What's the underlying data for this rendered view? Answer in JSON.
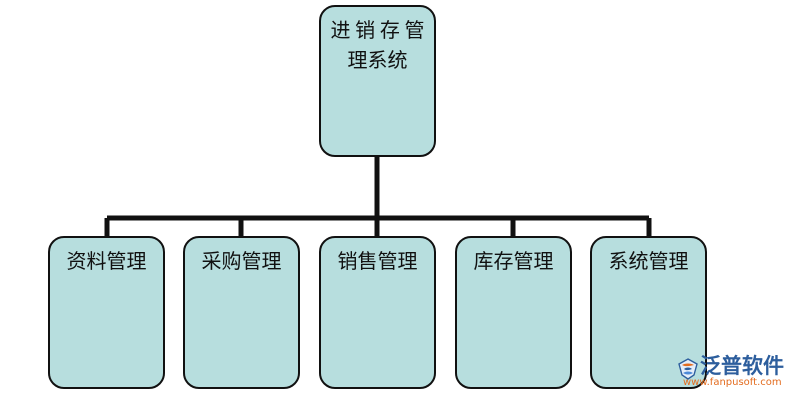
{
  "diagram": {
    "root": "进销存管理系统",
    "children": [
      "资料管理",
      "采购管理",
      "销售管理",
      "库存管理",
      "系统管理"
    ]
  },
  "logo": {
    "name": "泛普软件",
    "url": "www.fanpusoft.com"
  },
  "colors": {
    "box_fill": "#b7dede",
    "box_border": "#111111",
    "connector": "#111111",
    "logo_blue": "#2d5e9d",
    "logo_orange": "#e36c1f"
  }
}
